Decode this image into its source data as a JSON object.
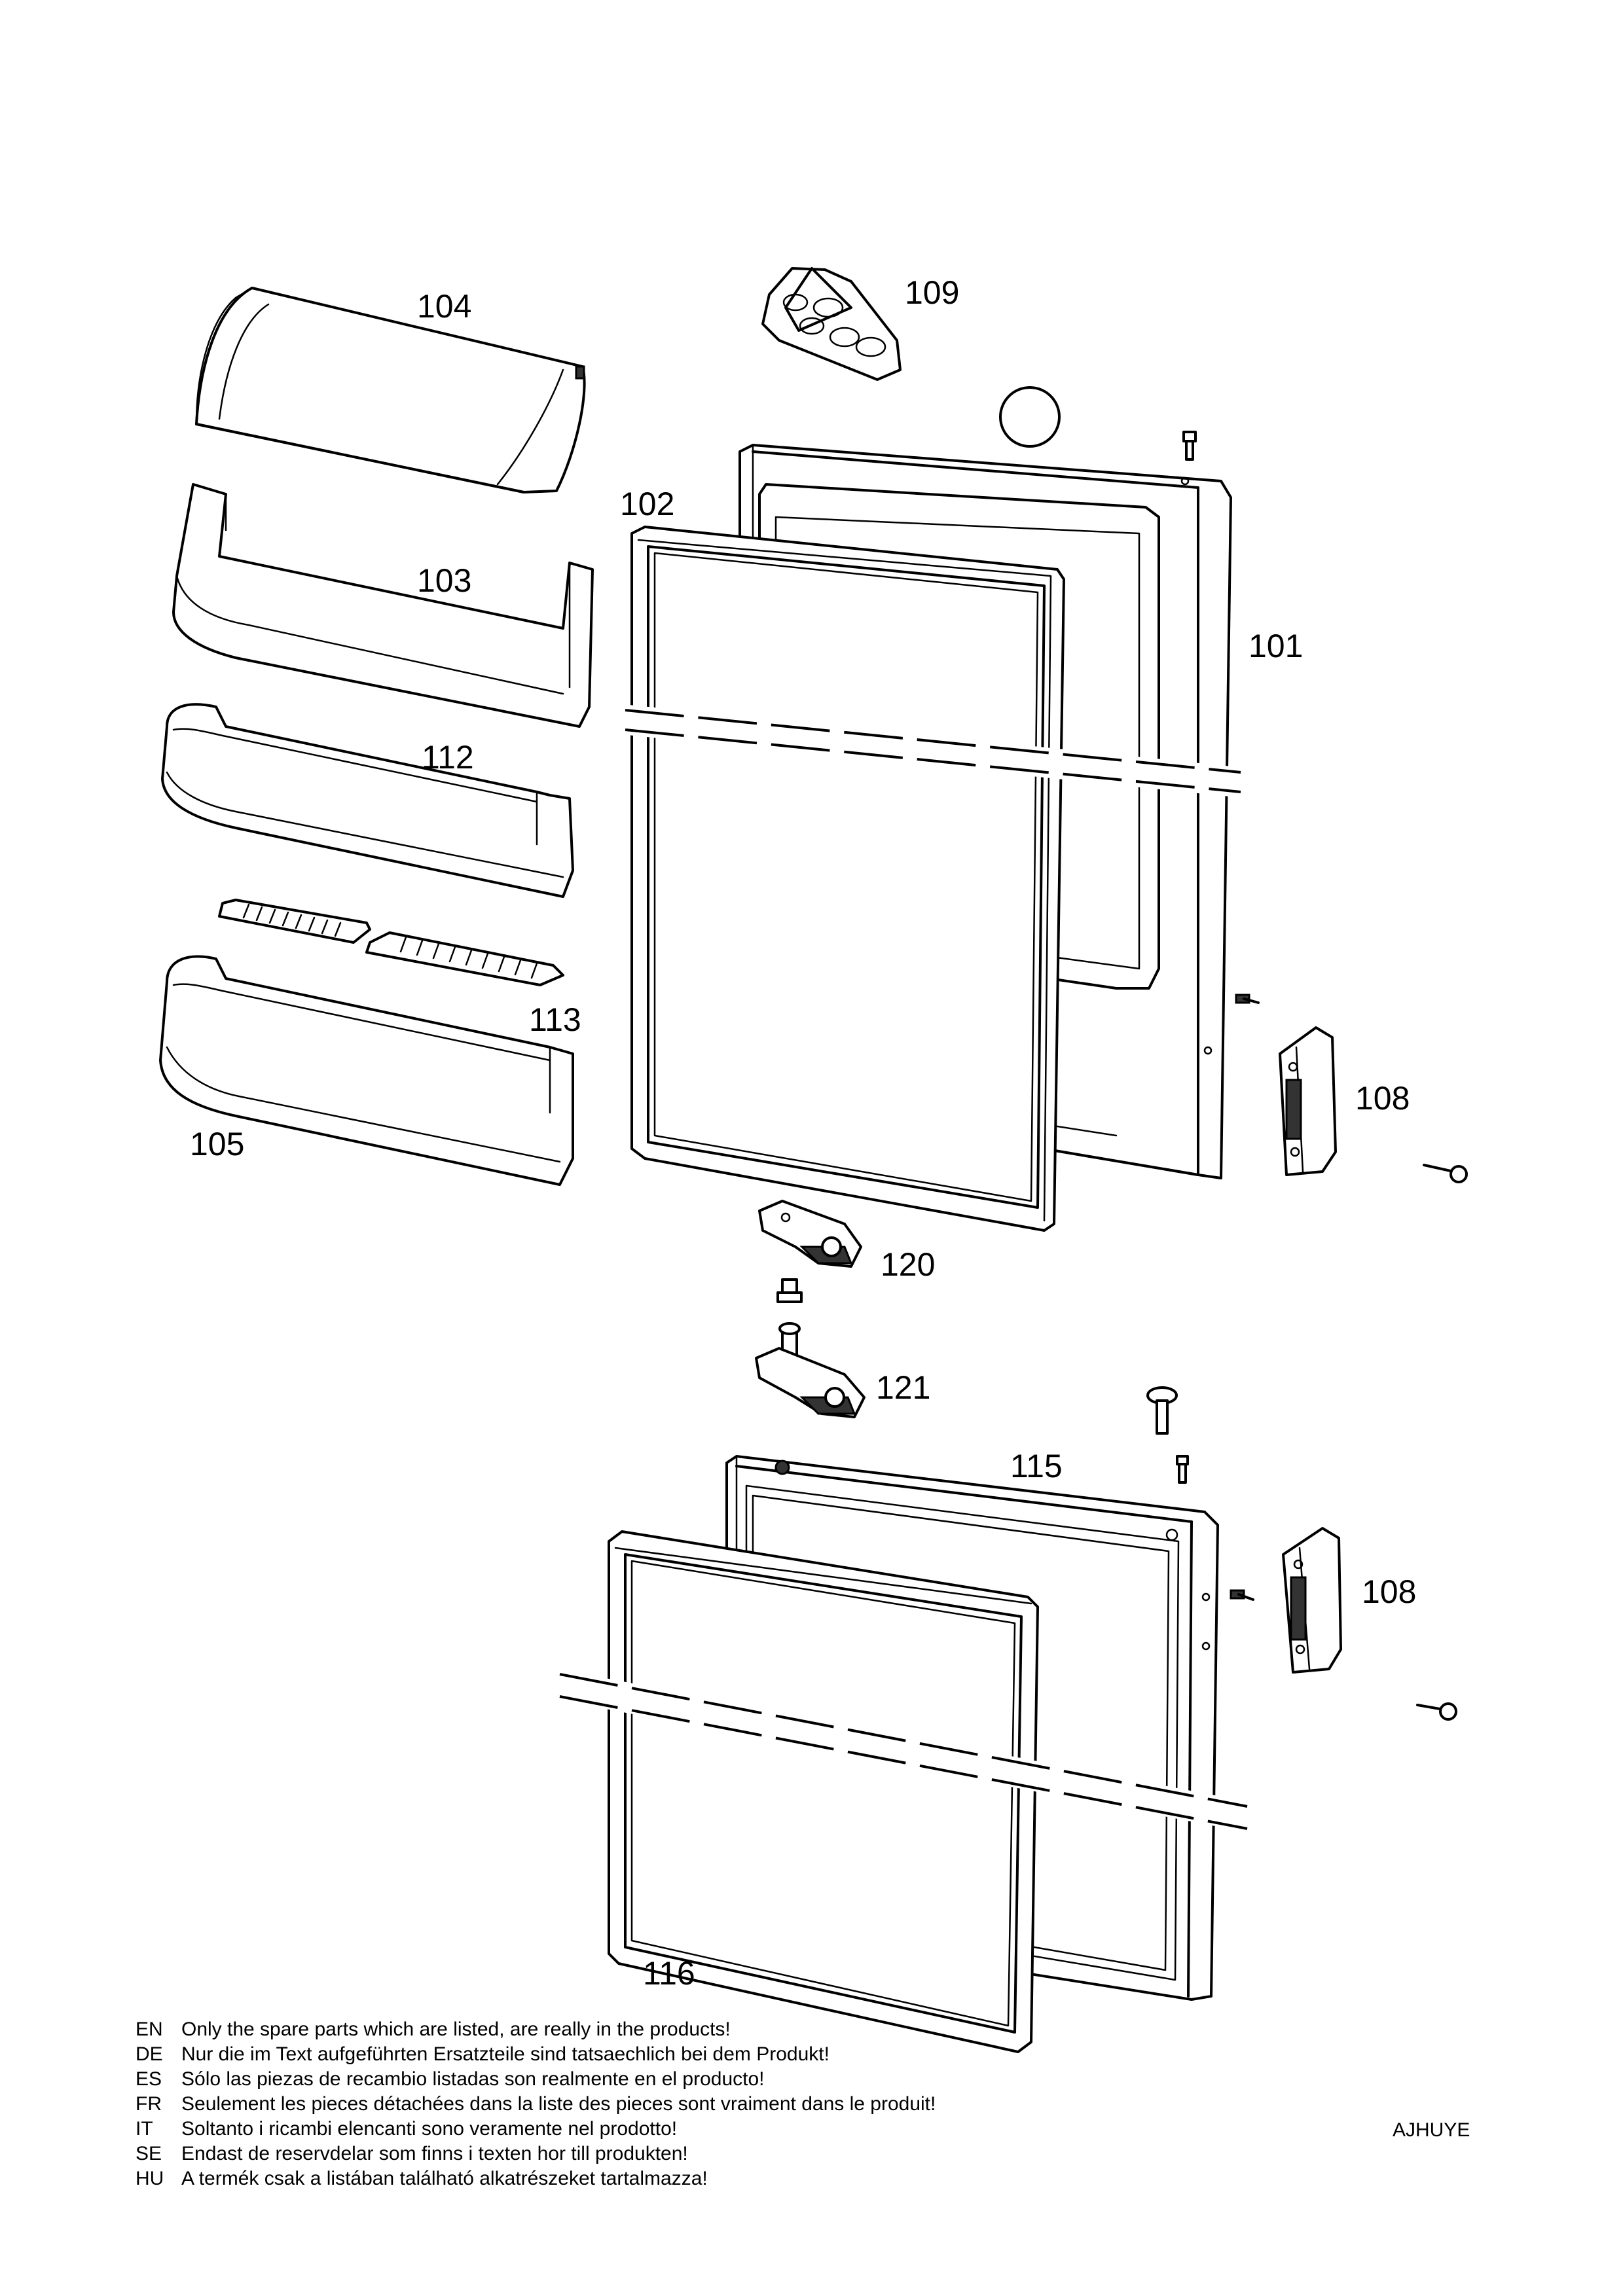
{
  "part_labels": {
    "p104": "104",
    "p109": "109",
    "p102": "102",
    "p103": "103",
    "p101": "101",
    "p112": "112",
    "p113": "113",
    "p105": "105",
    "p108_upper": "108",
    "p120": "120",
    "p121": "121",
    "p115": "115",
    "p108_lower": "108",
    "p116": "116"
  },
  "notes": [
    {
      "code": "EN",
      "text": "Only the spare parts which are listed, are really in the products!"
    },
    {
      "code": "DE",
      "text": "Nur die im Text aufgeführten Ersatzteile sind tatsaechlich bei dem Produkt!"
    },
    {
      "code": "ES",
      "text": "Sólo las piezas de recambio  listadas son realmente en el producto!"
    },
    {
      "code": "FR",
      "text": "Seulement les pieces détachées dans la liste des pieces sont vraiment dans le produit!"
    },
    {
      "code": "IT",
      "text": "Soltanto i ricambi elencanti sono veramente nel prodotto!"
    },
    {
      "code": "SE",
      "text": "Endast de reservdelar som finns i texten hor till produkten!"
    },
    {
      "code": "HU",
      "text": "A termék csak a listában található alkatrészeket tartalmazza!"
    }
  ],
  "doc_ref": "AJHUYE"
}
